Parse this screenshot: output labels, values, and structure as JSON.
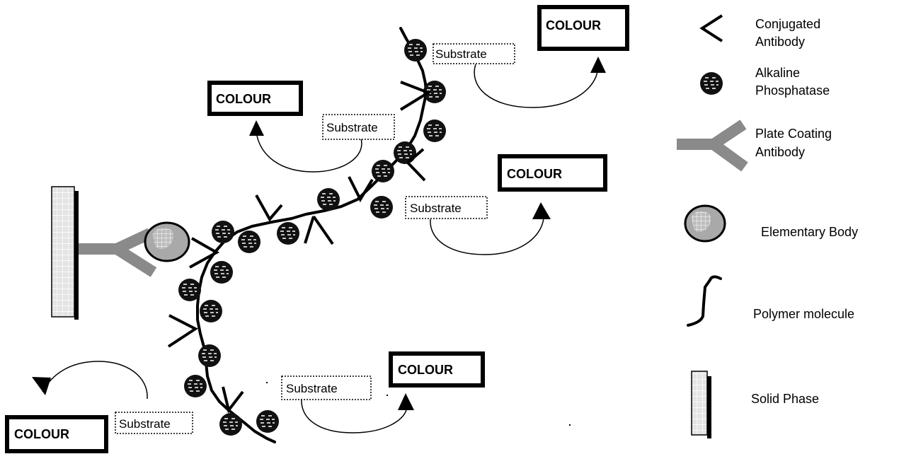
{
  "diagram": {
    "colour_label": "COLOUR",
    "substrate_label": "Substrate"
  },
  "legend": {
    "conjugated_antibody": [
      "Conjugated",
      "Antibody"
    ],
    "alkaline_phosphatase": [
      "Alkaline",
      "Phosphatase"
    ],
    "plate_coating_antibody": [
      "Plate Coating",
      "Antibody"
    ],
    "elementary_body": "Elementary Body",
    "polymer_molecule": "Polymer molecule",
    "solid_phase": "Solid Phase"
  },
  "colors": {
    "ink": "#000000",
    "antibody_grey": "#8a8a8a",
    "body_fill": "#a9a9a9",
    "grid_fill": "#e4e4e4"
  }
}
